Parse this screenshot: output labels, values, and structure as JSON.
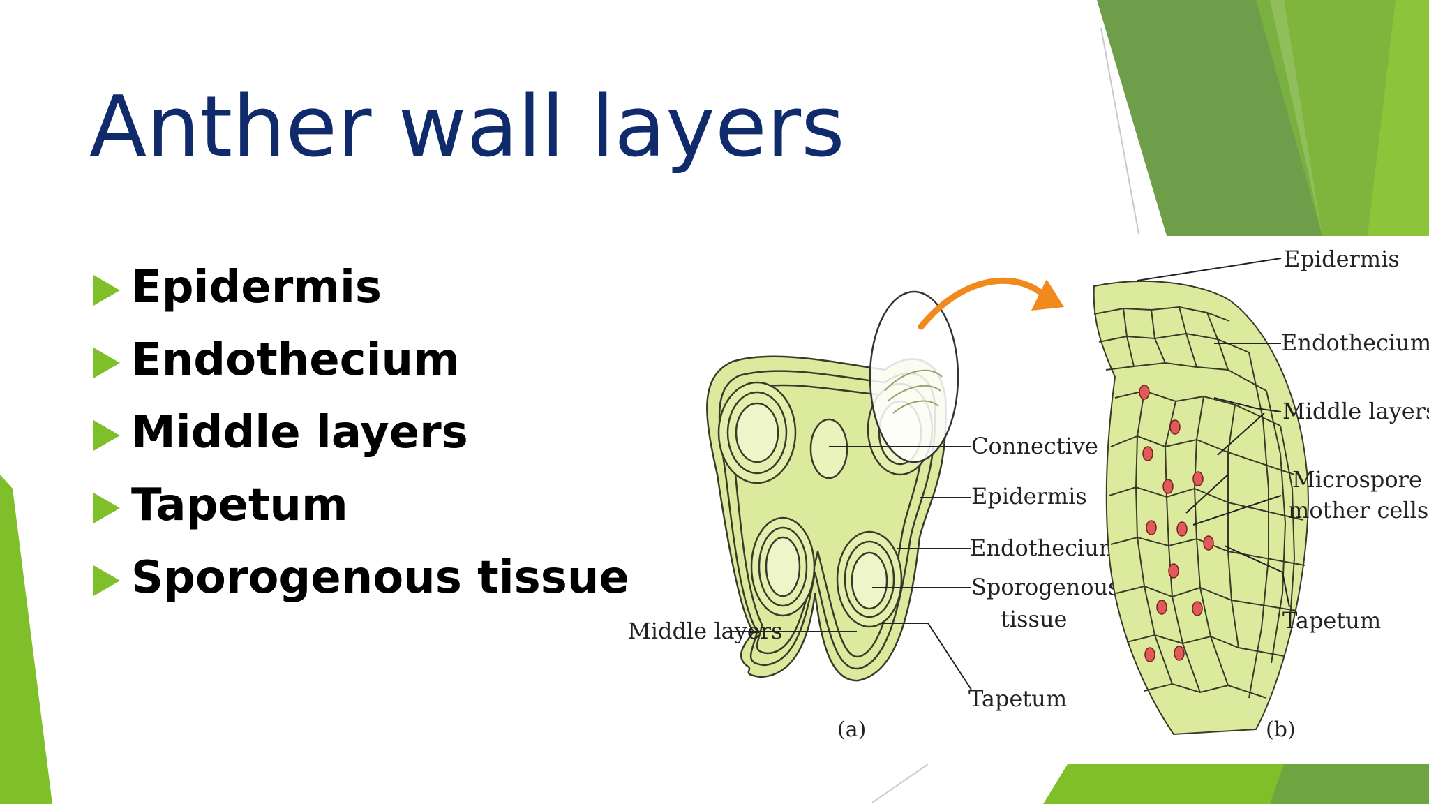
{
  "title": "Anther wall layers",
  "bullets": [
    "Epidermis",
    "Endothecium",
    "Middle layers",
    "Tapetum",
    "Sporogenous tissue"
  ],
  "figure": {
    "labels_a": {
      "connective": "Connective",
      "epidermis": "Epidermis",
      "endothecium": "Endothecium",
      "sporogenous_1": "Sporogenous",
      "sporogenous_2": "tissue",
      "tapetum": "Tapetum",
      "middle_layers": "Middle layers",
      "caption": "(a)"
    },
    "labels_b": {
      "epidermis": "Epidermis",
      "endothecium": "Endothecium",
      "middle_layers": "Middle layers",
      "microspore_1": "Microspore",
      "microspore_2": "mother cells",
      "tapetum": "Tapetum",
      "caption": "(b)"
    }
  },
  "colors": {
    "title": "#0f2b6b",
    "accent_green": "#7fbf2a",
    "dark_green": "#5e9a3a",
    "tissue_fill": "#dcea9e",
    "arrow": "#f08a1c",
    "cell_dot": "#e05a5a"
  }
}
